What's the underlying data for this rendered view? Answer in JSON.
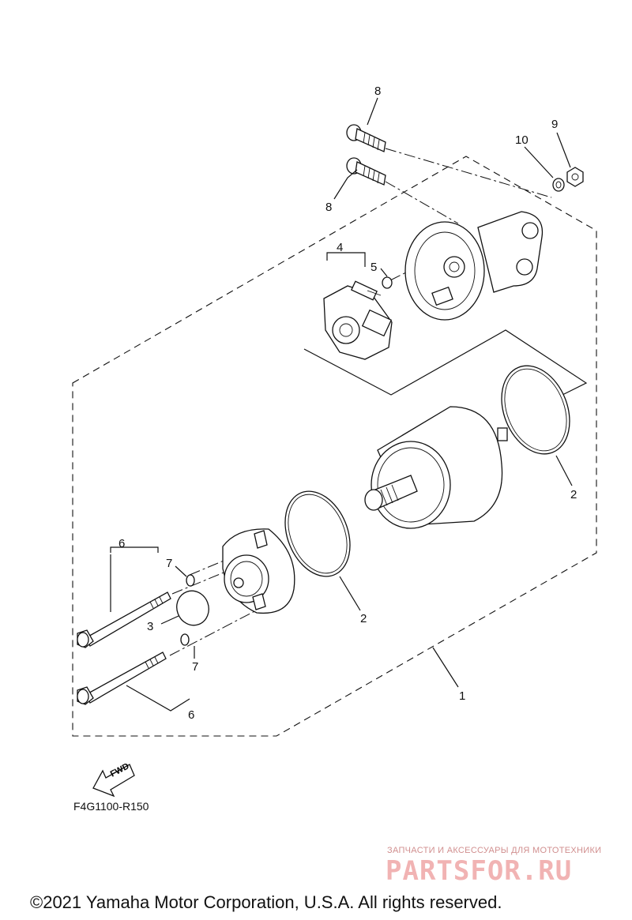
{
  "diagram": {
    "callouts": [
      {
        "id": "c8a",
        "text": "8"
      },
      {
        "id": "c8b",
        "text": "8"
      },
      {
        "id": "c9",
        "text": "9"
      },
      {
        "id": "c10",
        "text": "10"
      },
      {
        "id": "c4",
        "text": "4"
      },
      {
        "id": "c5",
        "text": "5"
      },
      {
        "id": "c2a",
        "text": "2"
      },
      {
        "id": "c2b",
        "text": "2"
      },
      {
        "id": "c1",
        "text": "1"
      },
      {
        "id": "c6a",
        "text": "6"
      },
      {
        "id": "c7a",
        "text": "7"
      },
      {
        "id": "c3",
        "text": "3"
      },
      {
        "id": "c7b",
        "text": "7"
      },
      {
        "id": "c6b",
        "text": "6"
      }
    ],
    "fwd_label": "FWD",
    "drawing_code": "F4G1100-R150"
  },
  "watermark": {
    "tagline": "ЗАПЧАСТИ И АКСЕССУАРЫ ДЛЯ МОТОТЕХНИКИ",
    "logo": "PARTSFOR.RU"
  },
  "footer": {
    "copyright": "©2021 Yamaha Motor Corporation, U.S.A. All rights reserved."
  }
}
